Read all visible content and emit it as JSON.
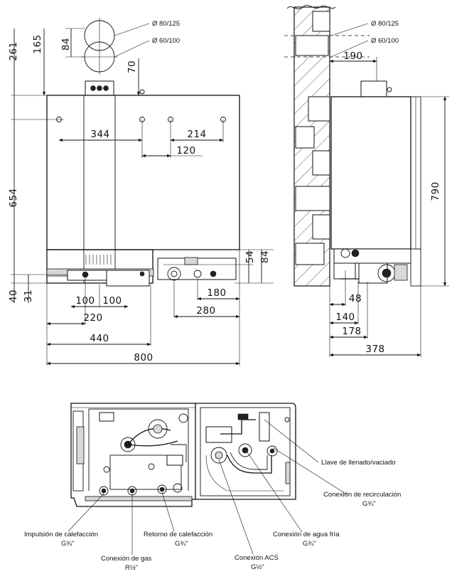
{
  "front_view": {
    "dimensions": {
      "d261": "261",
      "d165": "165",
      "d84_flue": "84",
      "d70": "70",
      "d344": "344",
      "d214": "214",
      "d120": "120",
      "d654": "654",
      "d54": "54",
      "d84_bottom": "84",
      "d40": "40",
      "d31": "31",
      "d100_left": "100",
      "d100_right": "100",
      "d180": "180",
      "d220": "220",
      "d280": "280",
      "d440": "440",
      "d800": "800"
    },
    "flue_labels": {
      "f80_125": "Ø 80/125",
      "f60_100": "Ø 60/100"
    }
  },
  "side_view": {
    "flue_labels": {
      "f80_125": "Ø 80/125",
      "f60_100": "Ø 60/100"
    },
    "dimensions": {
      "d190": "190",
      "d790": "790",
      "d48": "48",
      "d140": "140",
      "d178": "178",
      "d378": "378"
    }
  },
  "connections": {
    "llave": "Llave de llenado/vaciado",
    "recirc_name": "Conexión de recirculación",
    "recirc_size": "G¾\"",
    "agua_name": "Conexión de agua fría",
    "agua_size": "G¾\"",
    "acs_name": "Conexión ACS",
    "acs_size": "G½\"",
    "gas_name": "Conexión de gas",
    "gas_size": "R½\"",
    "impulsion_name": "Impulsión de calefacción",
    "impulsion_size": "G¾\"",
    "retorno_name": "Retorno de calefacción",
    "retorno_size": "G¾\""
  }
}
